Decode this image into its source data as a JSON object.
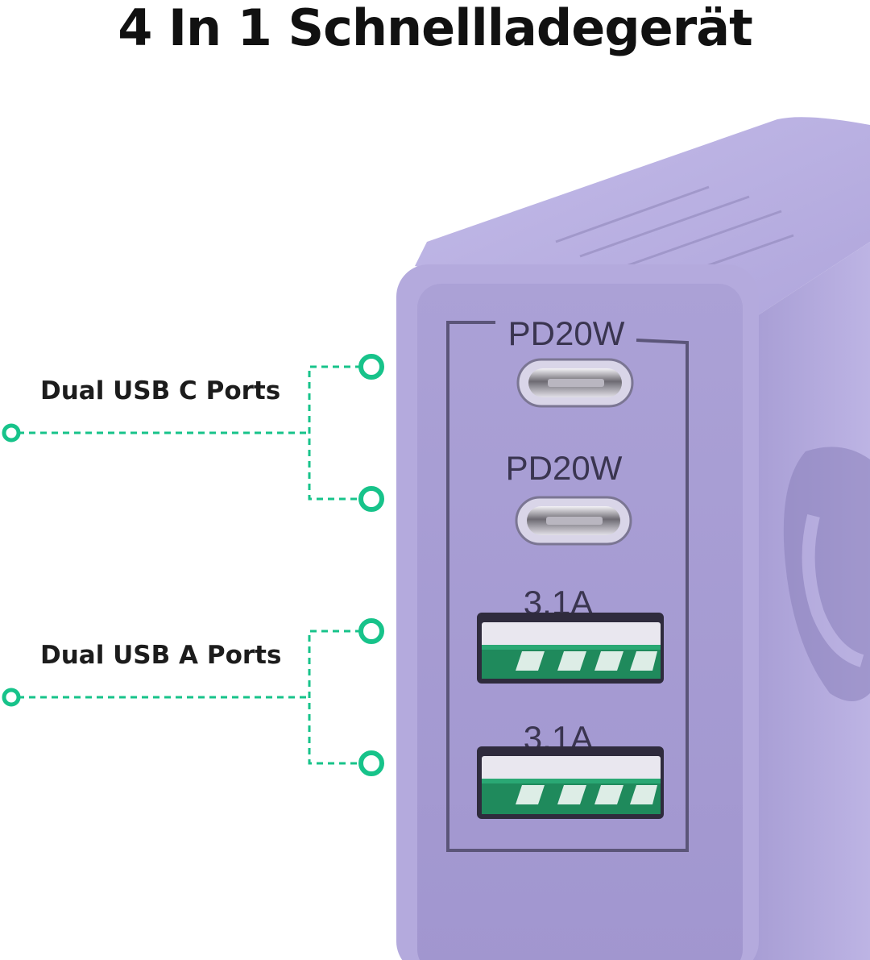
{
  "headline": "4 In 1 Schnellladegerät",
  "callouts": {
    "usb_c": "Dual USB C Ports",
    "usb_a": "Dual USB A Ports"
  },
  "ports": [
    {
      "type": "USB-C",
      "label": "PD20W"
    },
    {
      "type": "USB-C",
      "label": "PD20W"
    },
    {
      "type": "USB-A",
      "label": "3.1A"
    },
    {
      "type": "USB-A",
      "label": "3.1A"
    }
  ],
  "colors": {
    "charger_body": "#b2a8dc",
    "charger_face": "#a69cd2",
    "callout_green": "#17c38a",
    "usb_a_tongue": "#1f8a5c",
    "headline_text": "#111111"
  }
}
